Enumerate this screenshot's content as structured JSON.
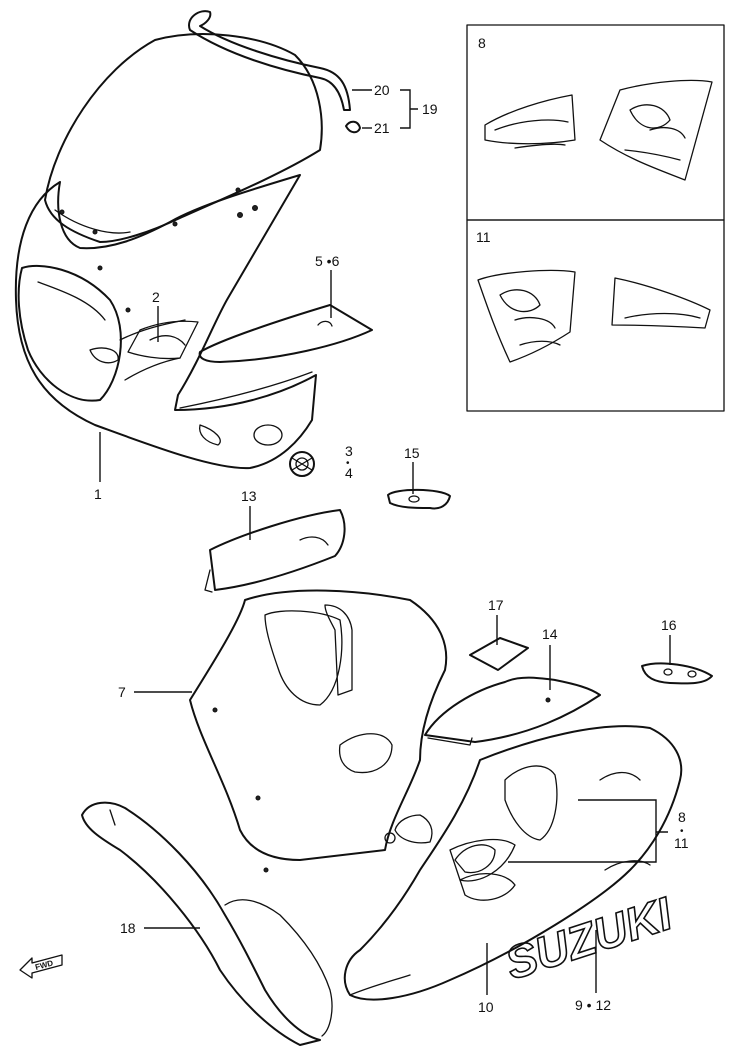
{
  "callouts": {
    "p1": "1",
    "p2": "2",
    "p3": "3",
    "p4": "4",
    "p5_6": "5 •6",
    "p7": "7",
    "p8_inset": "8",
    "p11_inset": "11",
    "p8": "8",
    "p8_dot": "•",
    "p11": "11",
    "p9_12": "9 • 12",
    "p10": "10",
    "p13": "13",
    "p14": "14",
    "p15": "15",
    "p16": "16",
    "p17": "17",
    "p18": "18",
    "p19": "19",
    "p20": "20",
    "p21": "21",
    "p3_4_dot": "•"
  },
  "decals": {
    "brand": "SUZUKI",
    "fwd": "FWD"
  },
  "colors": {
    "ink": "#111111",
    "paper": "#ffffff"
  }
}
